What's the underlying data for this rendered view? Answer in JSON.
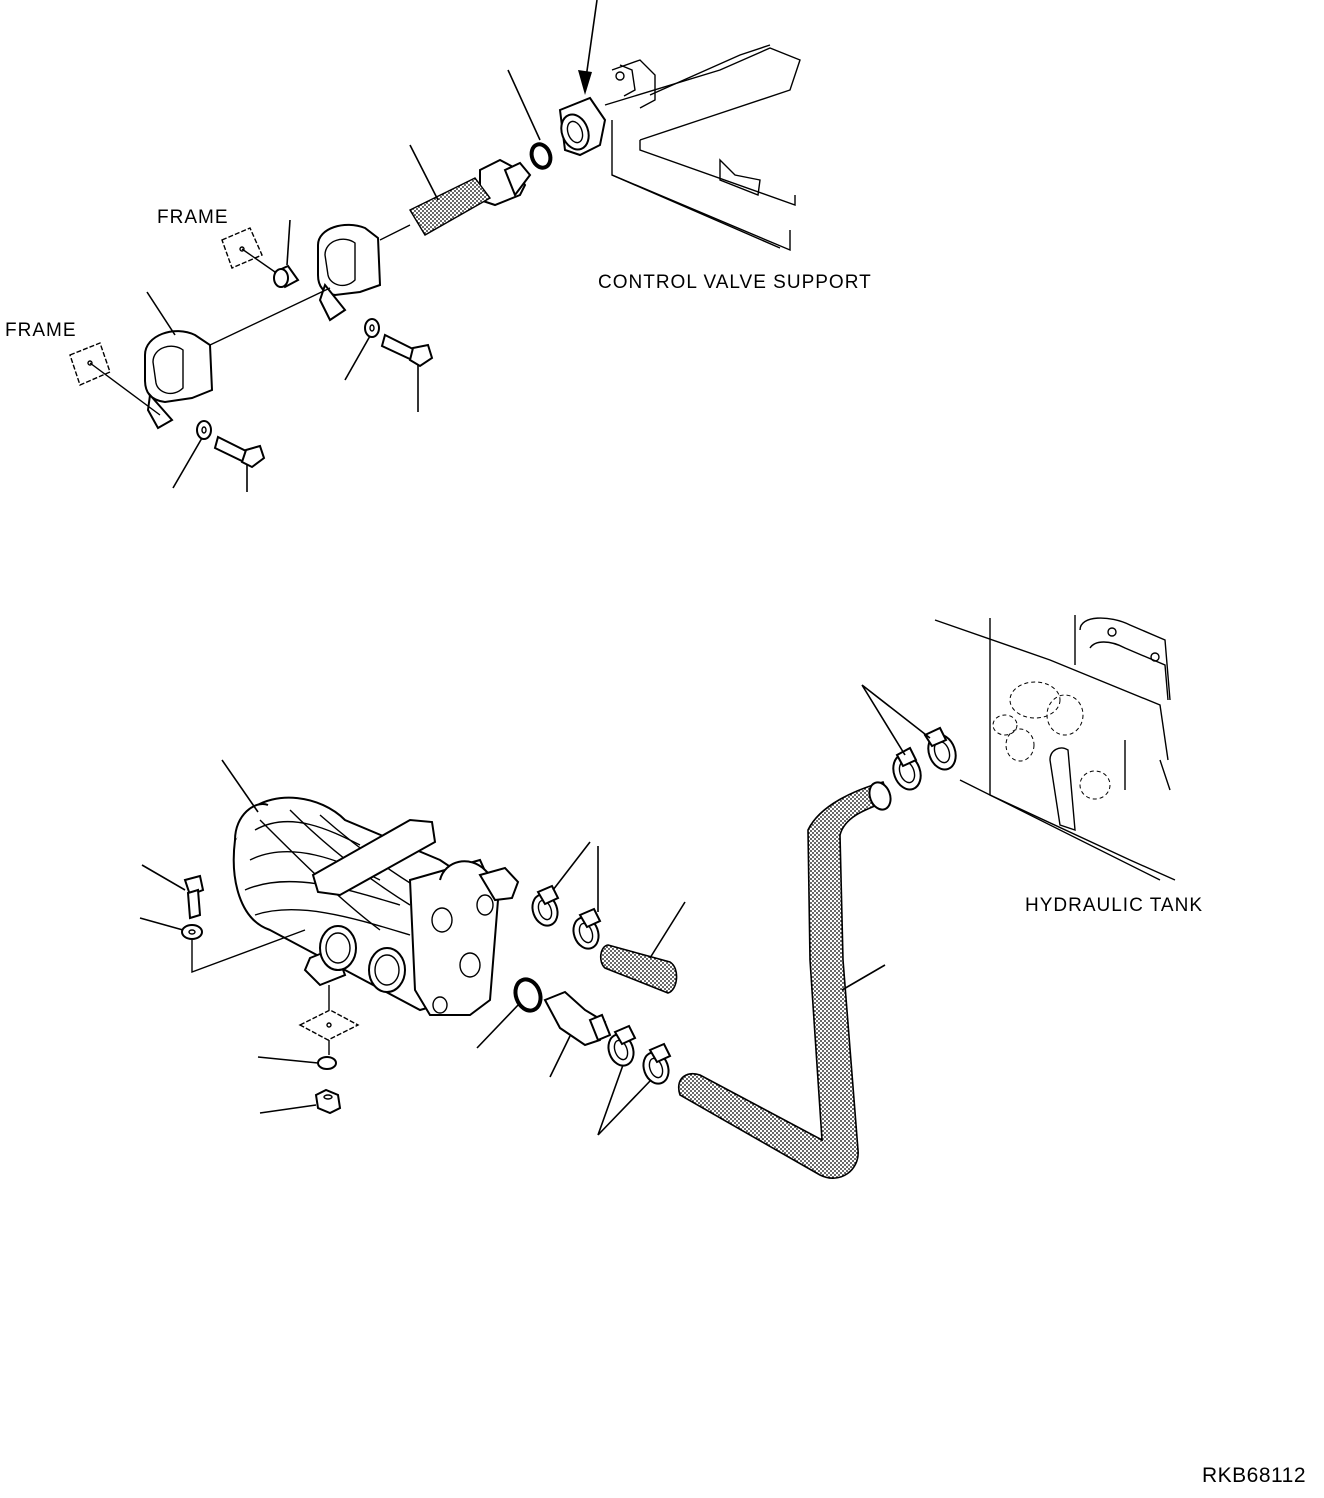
{
  "labels": {
    "frame_upper": "FRAME",
    "frame_lower": "FRAME",
    "control_valve_support": "CONTROL VALVE SUPPORT",
    "hydraulic_tank": "HYDRAULIC TANK",
    "drawing_code": "RKB68112"
  }
}
